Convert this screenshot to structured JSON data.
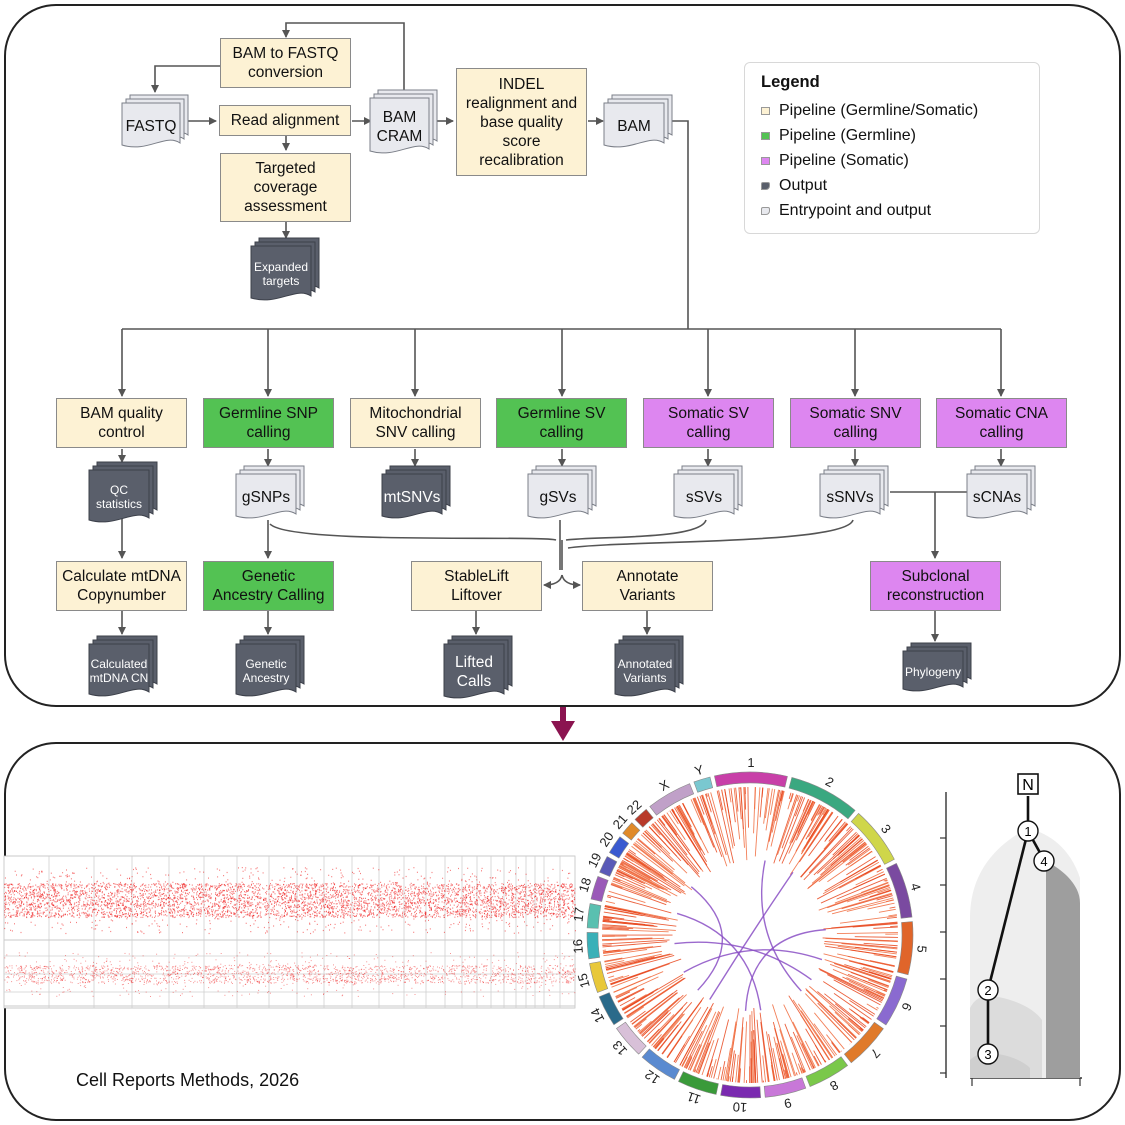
{
  "legend": {
    "title": "Legend",
    "items": [
      {
        "label": "Pipeline (Germline/Somatic)",
        "color": "#fdf2d4",
        "icon": "square-swatch"
      },
      {
        "label": "Pipeline (Germline)",
        "color": "#53c253",
        "icon": "square-swatch"
      },
      {
        "label": "Pipeline (Somatic)",
        "color": "#dd86f0",
        "icon": "square-swatch"
      },
      {
        "label": "Output",
        "color": "#5a5f6b",
        "icon": "document-dark-icon"
      },
      {
        "label": "Entrypoint and output",
        "color": "#e8e9ee",
        "icon": "document-light-icon"
      }
    ]
  },
  "steps": {
    "bam_to_fastq": "BAM to FASTQ\nconversion",
    "read_alignment": "Read alignment",
    "targeted_coverage": "Targeted\ncoverage\nassessment",
    "indel_realign": "INDEL\nrealignment and\nbase quality\nscore\nrecalibration",
    "bam_qc": "BAM quality\ncontrol",
    "germline_snp": "Germline SNP\ncalling",
    "mito_snv": "Mitochondrial\nSNV calling",
    "germline_sv": "Germline SV\ncalling",
    "somatic_sv": "Somatic SV\ncalling",
    "somatic_snv": "Somatic SNV\ncalling",
    "somatic_cna": "Somatic CNA\ncalling",
    "calc_mtdna": "Calculate mtDNA\nCopynumber",
    "genetic_ancestry": "Genetic\nAncestry Calling",
    "stablelift": "StableLift\nLiftover",
    "annotate": "Annotate\nVariants",
    "subclonal": "Subclonal\nreconstruction"
  },
  "files": {
    "fastq": "FASTQ",
    "bam_cram": "BAM\nCRAM",
    "bam": "BAM",
    "expanded_targets": "Expanded\ntargets",
    "qc_stats": "QC\nstatistics",
    "gsnps": "gSNPs",
    "mtsnvs": "mtSNVs",
    "gsvs": "gSVs",
    "ssvs": "sSVs",
    "ssnvs": "sSNVs",
    "scnas": "sCNAs",
    "mtdna_cn": "Calculated\nmtDNA CN",
    "ancestry_out": "Genetic\nAncestry",
    "lifted_calls": "Lifted\nCalls",
    "annotated_variants": "Annotated\nVariants",
    "phylogeny": "Phylogeny"
  },
  "colors": {
    "germline_somatic": "#fdf2d4",
    "germline": "#53c253",
    "somatic": "#dd86f0",
    "output_doc": "#5a5f6b",
    "entry_doc": "#e8e9ee",
    "connector": "#555555",
    "panel_arrow": "#8b1450",
    "cna_red": "#ee1111",
    "sv_purple": "#8a4fc4"
  },
  "circos": {
    "chromosomes": [
      "1",
      "2",
      "3",
      "4",
      "5",
      "6",
      "7",
      "8",
      "9",
      "10",
      "11",
      "12",
      "13",
      "14",
      "15",
      "16",
      "17",
      "18",
      "19",
      "20",
      "21",
      "22",
      "X",
      "Y"
    ],
    "chromosome_colors": [
      "#c83fa8",
      "#3aa880",
      "#cfd64a",
      "#7a4aa0",
      "#e0652a",
      "#8a6ad0",
      "#e07a2a",
      "#7ac84a",
      "#c878d8",
      "#7a2ab0",
      "#3a9a3a",
      "#5a8ad0",
      "#d8c0d8",
      "#2a6a8a",
      "#e8c83a",
      "#3ab0b8",
      "#5ac0b0",
      "#9a5ab8",
      "#5a5ab8",
      "#3a5ad0",
      "#e08a2a",
      "#b83a2a",
      "#c0a0c8",
      "#7ac8d0"
    ]
  },
  "tree": {
    "root_label": "N",
    "nodes": [
      "1",
      "2",
      "3",
      "4"
    ]
  },
  "citation": "Cell Reports Methods, 2026"
}
